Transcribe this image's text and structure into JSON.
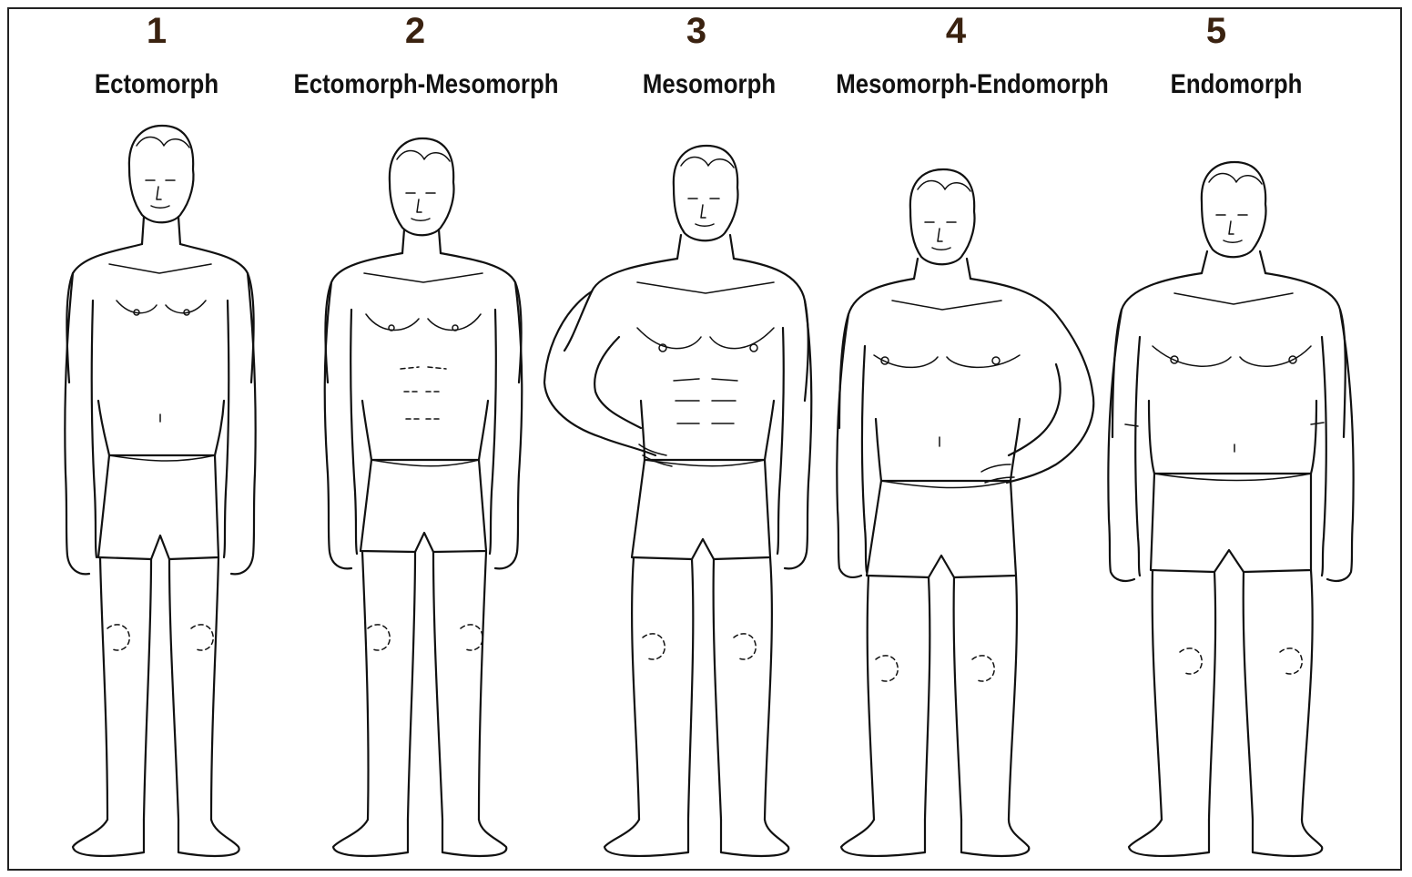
{
  "columns": [
    {
      "number": "1",
      "label": "Ectomorph"
    },
    {
      "number": "2",
      "label": "Ectomorph-Mesomorph"
    },
    {
      "number": "3",
      "label": "Mesomorph"
    },
    {
      "number": "4",
      "label": "Mesomorph-Endomorph"
    },
    {
      "number": "5",
      "label": "Endomorph"
    }
  ],
  "colors": {
    "number": "#3a2210",
    "label": "#111111",
    "line": "#111111",
    "background": "#ffffff"
  }
}
